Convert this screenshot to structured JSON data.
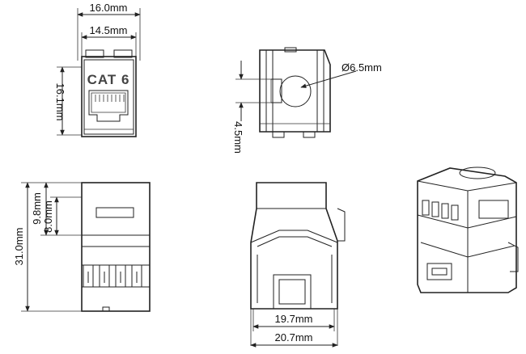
{
  "dimensions": {
    "front_outer_width": "16.0mm",
    "front_inner_width": "14.5mm",
    "front_height": "16.1mm",
    "side_hole_diameter": "Ø6.5mm",
    "side_offset": "4.5mm",
    "bottom_left_total": "31.0mm",
    "bottom_left_a": "9.8mm",
    "bottom_left_b": "8.0mm",
    "bottom_mid_inner": "19.7mm",
    "bottom_mid_outer": "20.7mm"
  },
  "module_label": "CAT 6"
}
